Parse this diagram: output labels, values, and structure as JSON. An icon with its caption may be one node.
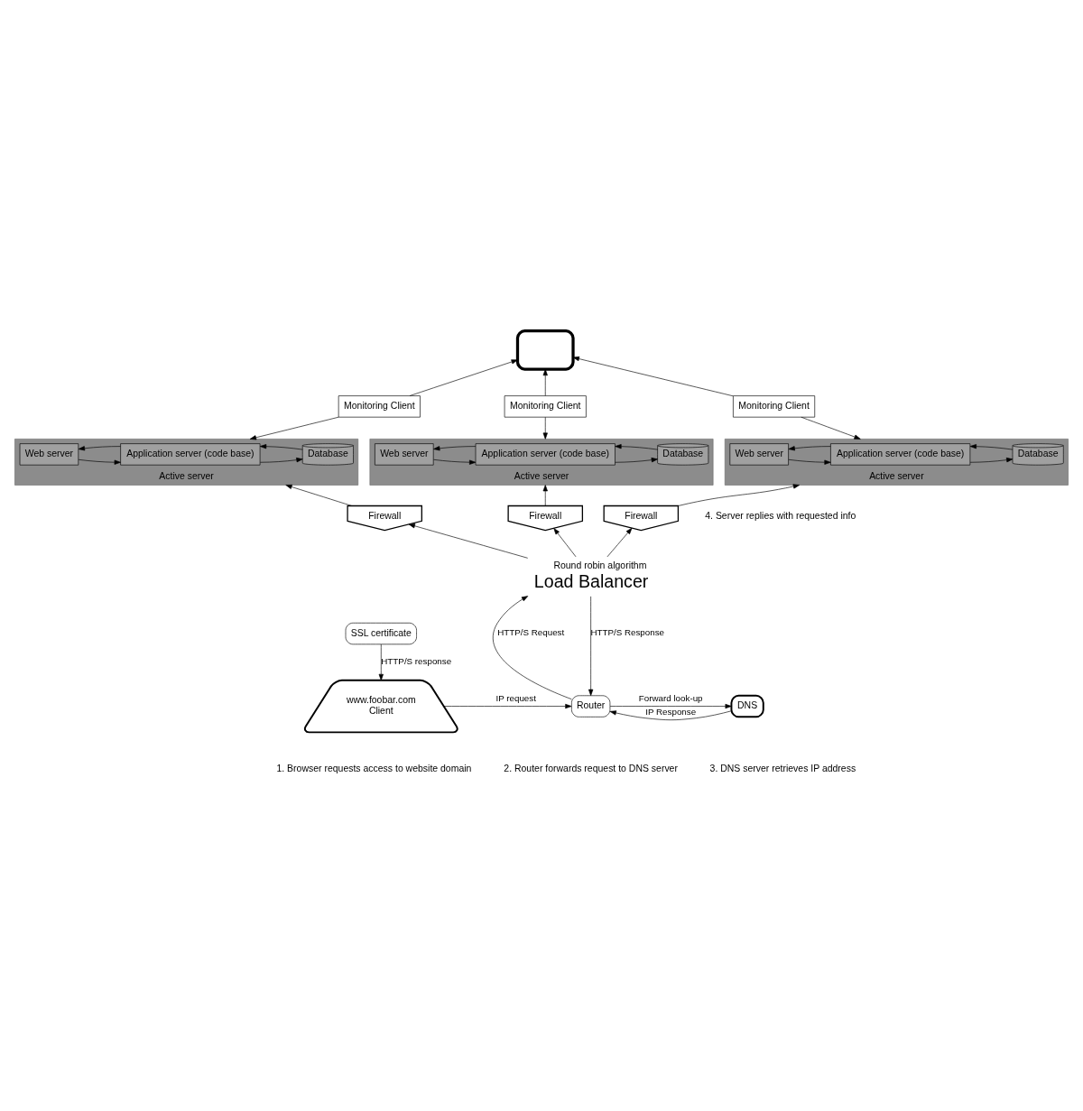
{
  "diagram": {
    "nodes": [
      {
        "text": [],
        "shape": "box"
      },
      {
        "text": [
          "Monitoring Client"
        ]
      },
      {
        "text": [
          "Monitoring Client"
        ]
      },
      {
        "text": [
          "Monitoring Client"
        ]
      },
      {
        "text": [
          "Active server"
        ]
      },
      {
        "text": [
          "Web server"
        ],
        "in": 4
      },
      {
        "text": [
          "Application server (code base)"
        ],
        "in": 4
      },
      {
        "text": [
          "Database"
        ],
        "in": 4
      },
      {
        "text": [
          "Active server"
        ]
      },
      {
        "text": [
          "Web server"
        ],
        "in": 8
      },
      {
        "text": [
          "Application server (code base)"
        ],
        "in": 8
      },
      {
        "text": [
          "Database"
        ],
        "in": 8
      },
      {
        "text": [
          "Active server"
        ]
      },
      {
        "text": [
          "Web server"
        ],
        "in": 12
      },
      {
        "text": [
          "Application server (code base)"
        ],
        "in": 12
      },
      {
        "text": [
          "Database"
        ],
        "in": 12
      },
      {
        "text": [
          "Firewall"
        ]
      },
      {
        "text": [
          "Firewall"
        ]
      },
      {
        "text": [
          "Firewall"
        ]
      },
      {
        "text": [
          "Load Balancer"
        ],
        "beside": [
          "Round robin algorithm"
        ]
      },
      {
        "text": [
          "www.foobar.com",
          "Client"
        ]
      },
      {
        "text": [
          "SSL certificate"
        ]
      },
      {
        "text": [
          "Router"
        ]
      },
      {
        "text": [
          "DNS"
        ]
      }
    ],
    "edges": [
      {
        "from": 1,
        "to": 0,
        "arrow": "to"
      },
      {
        "from": 2,
        "to": 0,
        "arrow": "to"
      },
      {
        "from": 3,
        "to": 0,
        "arrow": "to"
      },
      {
        "from": 1,
        "to": 4,
        "arrow": "to"
      },
      {
        "from": 2,
        "to": 8,
        "arrow": "to"
      },
      {
        "from": 3,
        "to": 12,
        "arrow": "to"
      },
      {
        "from": 5,
        "to": 6,
        "arrow": "to"
      },
      {
        "from": 6,
        "to": 5,
        "arrow": "to"
      },
      {
        "from": 6,
        "to": 7,
        "arrow": "to"
      },
      {
        "from": 7,
        "to": 6,
        "arrow": "to"
      },
      {
        "from": 9,
        "to": 10,
        "arrow": "to"
      },
      {
        "from": 10,
        "to": 9,
        "arrow": "to"
      },
      {
        "from": 10,
        "to": 11,
        "arrow": "to"
      },
      {
        "from": 11,
        "to": 10,
        "arrow": "to"
      },
      {
        "from": 13,
        "to": 14,
        "arrow": "to"
      },
      {
        "from": 14,
        "to": 13,
        "arrow": "to"
      },
      {
        "from": 14,
        "to": 15,
        "arrow": "to"
      },
      {
        "from": 15,
        "to": 14,
        "arrow": "to"
      },
      {
        "from": 19,
        "to": 16,
        "arrow": "to"
      },
      {
        "from": 16,
        "to": 4,
        "arrow": "to"
      },
      {
        "from": 19,
        "to": 17,
        "arrow": "to"
      },
      {
        "from": 17,
        "to": 8,
        "arrow": "to"
      },
      {
        "from": 19,
        "to": 18,
        "arrow": "to"
      },
      {
        "from": 18,
        "to": 12,
        "arrow": "to"
      },
      {
        "from": 22,
        "to": 19,
        "label": "HTTP/S Request",
        "arrow": "to"
      },
      {
        "from": 19,
        "to": 22,
        "label": "HTTP/S Response",
        "arrow": "to"
      },
      {
        "from": 21,
        "to": 20,
        "label": "HTTP/S response",
        "arrow": "to"
      },
      {
        "from": 20,
        "to": 22,
        "label": "IP request",
        "arrow": "to"
      },
      {
        "from": 22,
        "to": 23,
        "label": "Forward look-up",
        "arrow": "to"
      },
      {
        "from": 23,
        "to": 22,
        "label": "IP Response",
        "arrow": "to"
      }
    ],
    "labels": [
      "4. Server replies with requested info",
      "1. Browser requests access to website domain",
      "2. Router forwards request to DNS server",
      "3. DNS server retrieves IP address"
    ]
  }
}
